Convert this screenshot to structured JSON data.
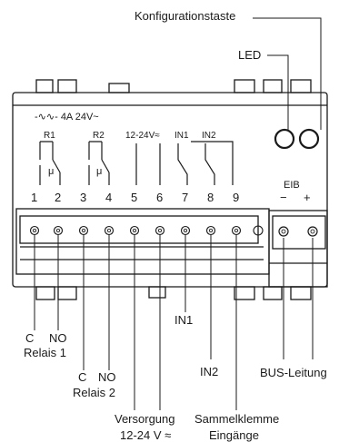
{
  "callouts": {
    "config_key": "Konfigurationstaste",
    "led": "LED",
    "relay1_c": "C",
    "relay1_no": "NO",
    "relay1_name": "Relais 1",
    "relay2_c": "C",
    "relay2_no": "NO",
    "relay2_name": "Relais 2",
    "in1": "IN1",
    "in2": "IN2",
    "bus": "BUS-Leitung",
    "supply_name": "Versorgung",
    "supply_voltage": "12-24 V ≈",
    "common_name": "Sammelklemme",
    "common_sub": "Eingänge"
  },
  "panel": {
    "rating": "-∿∿- 4A 24V~",
    "r1": "R1",
    "r2": "R2",
    "mu1": "μ",
    "mu2": "μ",
    "supply": "12-24V≈",
    "in1": "IN1",
    "in2": "IN2",
    "eib": "EIB",
    "eib_minus": "−",
    "eib_plus": "+",
    "terminals": [
      "1",
      "2",
      "3",
      "4",
      "5",
      "6",
      "7",
      "8",
      "9"
    ]
  },
  "colors": {
    "line": "#1a1a1a",
    "body": "#ffffff",
    "terminal_fill": "#f2f2f2"
  }
}
